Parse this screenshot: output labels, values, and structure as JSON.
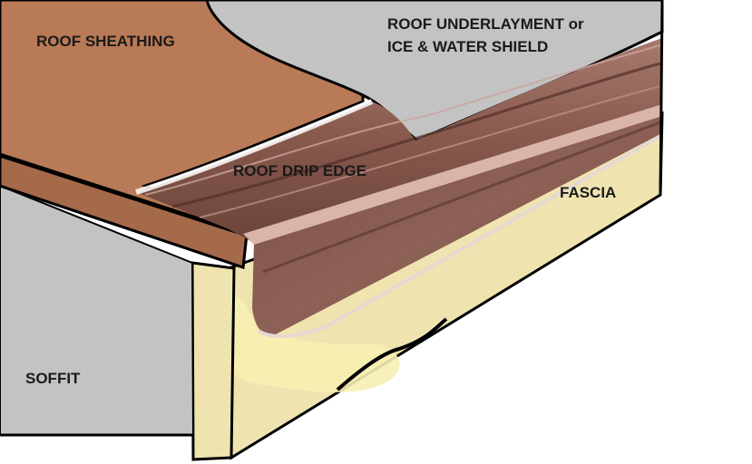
{
  "labels": {
    "roof_sheathing": "ROOF SHEATHING",
    "underlayment_line1": "ROOF UNDERLAYMENT or",
    "underlayment_line2": "ICE & WATER SHIELD",
    "drip_edge": "ROOF DRIP EDGE",
    "fascia": "FASCIA",
    "soffit": "SOFFIT"
  },
  "colors": {
    "sheathing": "#b97a57",
    "underlayment": "#c3c3c3",
    "drip_edge": "#8a5a4e",
    "drip_edge_dark": "#5e3a32",
    "drip_edge_light": "#c9a59c",
    "fascia": "#efe4b0",
    "fascia_stain": "#f7eeb2",
    "soffit": "#c3c3c3",
    "outline": "#000000"
  }
}
